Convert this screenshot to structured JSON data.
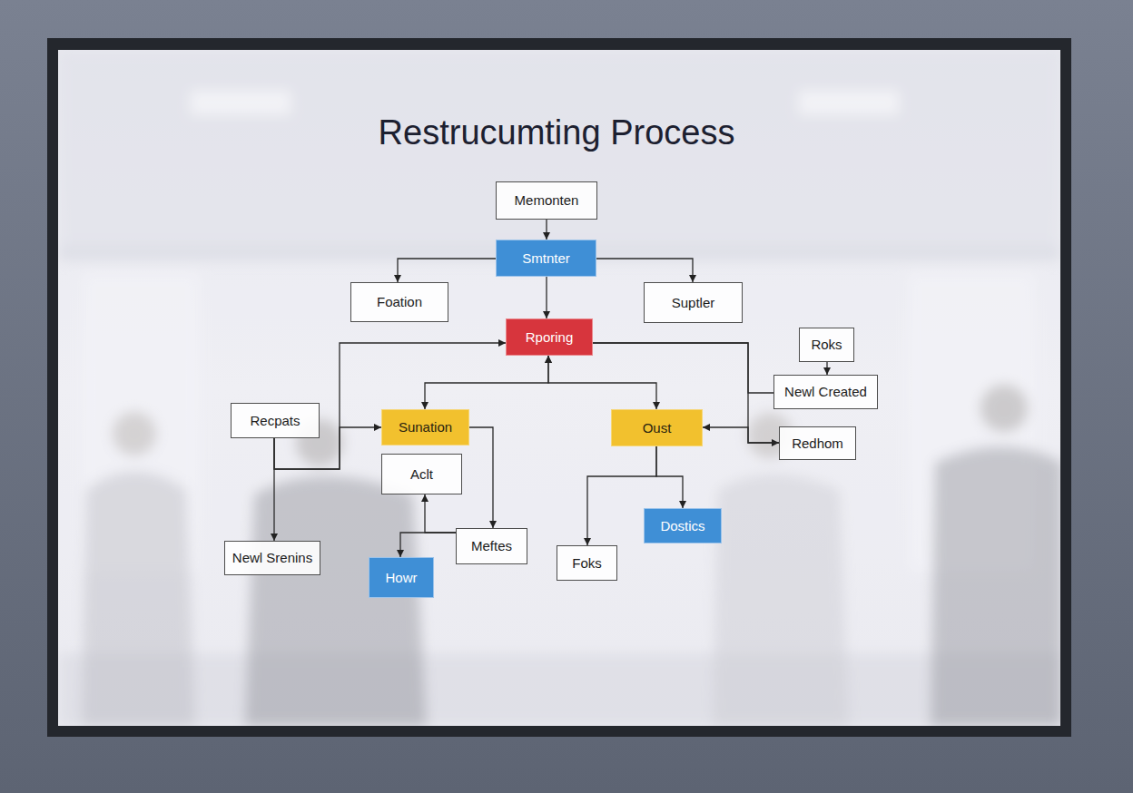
{
  "diagram": {
    "title": "Restrucumting Process",
    "nodes": [
      {
        "text": [
          "Memonten"
        ]
      },
      {
        "text": [
          "Smtnter"
        ]
      },
      {
        "text": [
          "Foation"
        ]
      },
      {
        "text": [
          "Suptler"
        ]
      },
      {
        "text": [
          "Rporing"
        ]
      },
      {
        "text": [
          "Roks"
        ]
      },
      {
        "text": [
          "Newl Created"
        ]
      },
      {
        "text": [
          "Recpats"
        ]
      },
      {
        "text": [
          "Sunation"
        ]
      },
      {
        "text": [
          "Oust"
        ]
      },
      {
        "text": [
          "Redhom"
        ]
      },
      {
        "text": [
          "Aclt"
        ]
      },
      {
        "text": [
          "Dostics"
        ]
      },
      {
        "text": [
          "Meftes"
        ]
      },
      {
        "text": [
          "Newl Srenins"
        ]
      },
      {
        "text": [
          "Foks"
        ]
      },
      {
        "text": [
          "Howr"
        ]
      }
    ],
    "edges": [
      {
        "from": 0,
        "to": 1,
        "arrow": "to"
      },
      {
        "from": 1,
        "to": 2,
        "arrow": "to"
      },
      {
        "from": 1,
        "to": 3,
        "arrow": "to"
      },
      {
        "from": 1,
        "to": 4,
        "arrow": "to"
      },
      {
        "from": 4,
        "to": 8,
        "arrow": "both"
      },
      {
        "from": 4,
        "to": 9,
        "arrow": "both"
      },
      {
        "from": 4,
        "to": 6,
        "arrow": "none"
      },
      {
        "from": 4,
        "to": 10,
        "arrow": "to"
      },
      {
        "from": 5,
        "to": 6,
        "arrow": "to"
      },
      {
        "from": 7,
        "to": 4,
        "arrow": "to"
      },
      {
        "from": 7,
        "to": 8,
        "arrow": "to"
      },
      {
        "from": 7,
        "to": 14,
        "arrow": "to"
      },
      {
        "from": 10,
        "to": 9,
        "arrow": "to"
      },
      {
        "from": 8,
        "to": 13,
        "arrow": "to"
      },
      {
        "from": 13,
        "to": 11,
        "arrow": "to"
      },
      {
        "from": 13,
        "to": 16,
        "arrow": "to"
      },
      {
        "from": 9,
        "to": 15,
        "arrow": "to"
      },
      {
        "from": 9,
        "to": 12,
        "arrow": "to"
      }
    ]
  }
}
